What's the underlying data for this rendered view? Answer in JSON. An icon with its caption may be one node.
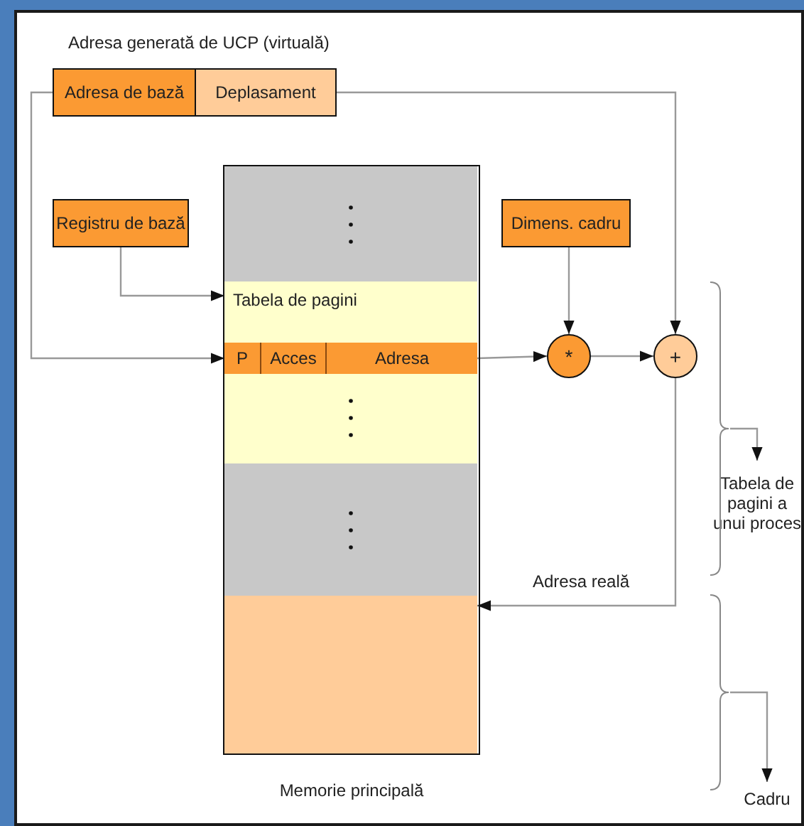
{
  "diagram": {
    "nodes": [
      {
        "text": [
          "Adresa de bază"
        ]
      },
      {
        "text": [
          "Deplasament"
        ]
      },
      {
        "text": [
          "Registru de bază"
        ]
      },
      {
        "text": [],
        "shape": "box",
        "beside": [
          "Memorie principală"
        ]
      },
      {
        "text": [
          "Tabela de pagini"
        ],
        "in": 3
      },
      {
        "text": [
          "P"
        ],
        "in": 4
      },
      {
        "text": [
          "Acces"
        ],
        "in": 4
      },
      {
        "text": [
          "Adresa"
        ],
        "in": 4
      },
      {
        "text": [
          "Dimens. cadru"
        ]
      },
      {
        "text": [
          "*"
        ]
      },
      {
        "text": [
          "+"
        ]
      },
      {
        "text": [],
        "shape": "box",
        "in": 3
      },
      {
        "text": [
          "Tabela de pagini a unui proces"
        ]
      },
      {
        "text": [
          "Cadru"
        ]
      },
      {
        "text": [],
        "shape": "bracket"
      },
      {
        "text": [],
        "shape": "bracket"
      }
    ],
    "edges": [
      {
        "from": 0,
        "to": 5,
        "arrow": "to"
      },
      {
        "from": 2,
        "to": 4,
        "arrow": "to"
      },
      {
        "from": 1,
        "to": 10,
        "arrow": "to"
      },
      {
        "from": 7,
        "to": 9,
        "arrow": "to"
      },
      {
        "from": 8,
        "to": 9,
        "arrow": "to"
      },
      {
        "from": 9,
        "to": 10,
        "arrow": "to"
      },
      {
        "from": 10,
        "to": 11,
        "arrow": "to",
        "label": "Adresa reală"
      },
      {
        "from": 14,
        "to": 12,
        "arrow": "to"
      },
      {
        "from": 15,
        "to": 13,
        "arrow": "to"
      }
    ],
    "labels": [
      "Adresa generată de UCP (virtuală)"
    ]
  }
}
